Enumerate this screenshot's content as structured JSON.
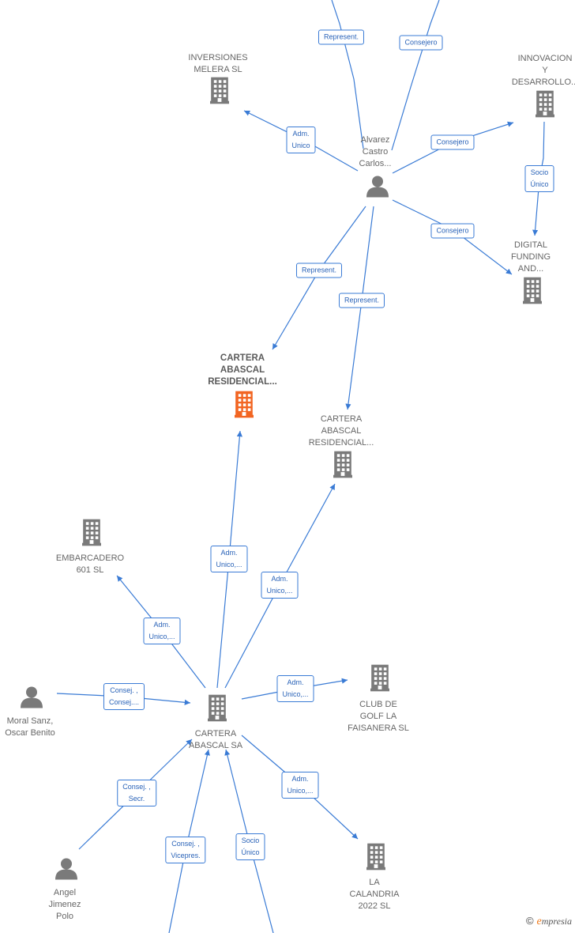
{
  "nodes": [
    {
      "id": "inversiones",
      "type": "company",
      "lines": [
        "INVERSIONES",
        "MELERA  SL"
      ],
      "focus": false
    },
    {
      "id": "innovacion",
      "type": "company",
      "lines": [
        "INNOVACION",
        "Y",
        "DESARROLLO..."
      ],
      "focus": false
    },
    {
      "id": "alvarez",
      "type": "person",
      "lines": [
        "Alvarez",
        "Castro",
        "Carlos..."
      ],
      "focus": false
    },
    {
      "id": "digital",
      "type": "company",
      "lines": [
        "DIGITAL",
        "FUNDING",
        "AND..."
      ],
      "focus": false
    },
    {
      "id": "cartera_res1",
      "type": "company",
      "lines": [
        "CARTERA",
        "ABASCAL",
        "RESIDENCIAL..."
      ],
      "focus": true
    },
    {
      "id": "cartera_res2",
      "type": "company",
      "lines": [
        "CARTERA",
        "ABASCAL",
        "RESIDENCIAL..."
      ],
      "focus": false
    },
    {
      "id": "embarcadero",
      "type": "company",
      "lines": [
        "EMBARCADERO",
        "601  SL"
      ],
      "focus": false
    },
    {
      "id": "cartera_sa",
      "type": "company",
      "lines": [
        "CARTERA",
        "ABASCAL SA"
      ],
      "focus": false
    },
    {
      "id": "club",
      "type": "company",
      "lines": [
        "CLUB DE",
        "GOLF LA",
        "FAISANERA  SL"
      ],
      "focus": false
    },
    {
      "id": "moral",
      "type": "person",
      "lines": [
        "Moral Sanz,",
        "Oscar Benito"
      ],
      "focus": false
    },
    {
      "id": "angel",
      "type": "person",
      "lines": [
        "Angel",
        "Jimenez",
        "Polo"
      ],
      "focus": false
    },
    {
      "id": "calandria",
      "type": "company",
      "lines": [
        "LA",
        "CALANDRIA",
        "2022  SL"
      ],
      "focus": false
    }
  ],
  "edges": [
    {
      "id": "e1",
      "lines": [
        "Represent."
      ]
    },
    {
      "id": "e2",
      "lines": [
        "Consejero"
      ]
    },
    {
      "id": "e3",
      "lines": [
        "Adm.",
        "Unico"
      ]
    },
    {
      "id": "e4",
      "lines": [
        "Consejero"
      ]
    },
    {
      "id": "e5",
      "lines": [
        "Socio",
        "Único"
      ]
    },
    {
      "id": "e6",
      "lines": [
        "Consejero"
      ]
    },
    {
      "id": "e7",
      "lines": [
        "Represent."
      ]
    },
    {
      "id": "e8",
      "lines": [
        "Represent."
      ]
    },
    {
      "id": "e9",
      "lines": [
        "Adm.",
        "Unico,..."
      ]
    },
    {
      "id": "e10",
      "lines": [
        "Adm.",
        "Unico,..."
      ]
    },
    {
      "id": "e11",
      "lines": [
        "Adm.",
        "Unico,..."
      ]
    },
    {
      "id": "e12",
      "lines": [
        "Consej. ,",
        "Consej...."
      ]
    },
    {
      "id": "e13",
      "lines": [
        "Adm.",
        "Unico,..."
      ]
    },
    {
      "id": "e14",
      "lines": [
        "Consej. ,",
        "Secr."
      ]
    },
    {
      "id": "e15",
      "lines": [
        "Adm.",
        "Unico,..."
      ]
    },
    {
      "id": "e16",
      "lines": [
        "Consej. ,",
        "Vicepres."
      ]
    },
    {
      "id": "e17",
      "lines": [
        "Socio",
        "Único"
      ]
    }
  ],
  "colors": {
    "edge": "#3a7bd5",
    "node": "#7a7a7a",
    "focus": "#f26522",
    "label_text": "#2a63b8"
  },
  "brand": {
    "copyright": "©",
    "initial": "e",
    "rest": "mpresia"
  }
}
